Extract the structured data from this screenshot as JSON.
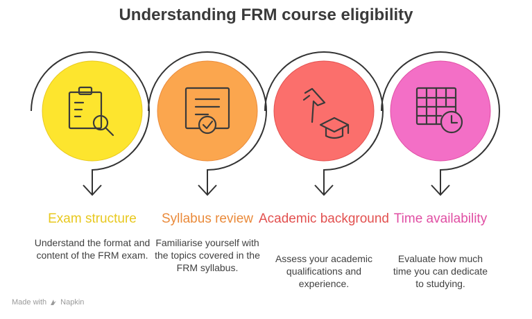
{
  "title": "Understanding FRM course eligibility",
  "steps": [
    {
      "label": "Exam structure",
      "description": "Understand the format and content of the FRM exam.",
      "color": "#e8c81e",
      "fill": "#fde52e",
      "icon": "clipboard-search-icon"
    },
    {
      "label": "Syllabus review",
      "description": "Familiarise yourself with the topics covered in the FRM syllabus.",
      "color": "#ea8a3a",
      "fill": "#fba64e",
      "icon": "certificate-check-icon"
    },
    {
      "label": "Academic background",
      "description": "Assess your academic qualifications and experience.",
      "color": "#e2504f",
      "fill": "#fb6f6c",
      "icon": "graduation-cap-icon"
    },
    {
      "label": "Time availability",
      "description": "Evaluate how much time you can dedicate to studying.",
      "color": "#e04ea3",
      "fill": "#f36fc6",
      "icon": "calendar-clock-icon"
    }
  ],
  "footer": {
    "made_with": "Made with",
    "brand": "Napkin"
  }
}
